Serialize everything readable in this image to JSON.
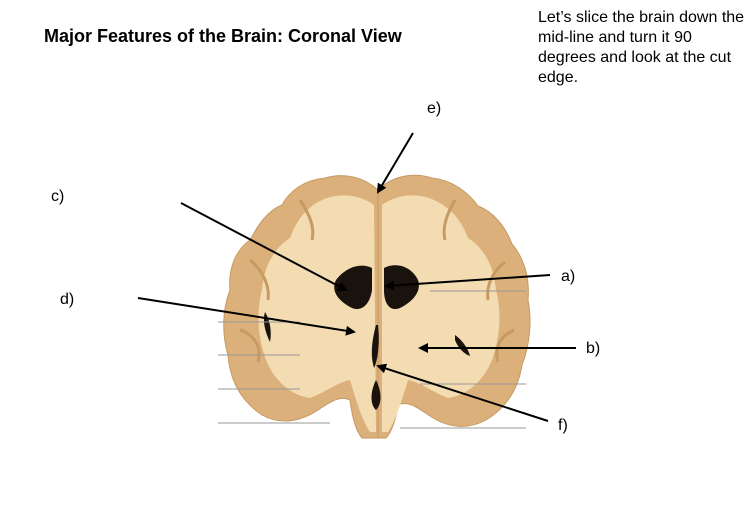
{
  "title": "Major Features of the Brain: Coronal View",
  "note": "Let’s slice the brain down the mid-line and turn it 90 degrees and look at the cut edge.",
  "labels": {
    "a": "a)",
    "b": "b)",
    "c": "c)",
    "d": "d)",
    "e": "e)",
    "f": "f)"
  },
  "colors": {
    "white_matter": "#f3dcb2",
    "gray_matter": "#dcb07a",
    "ventricle": "#1a120c",
    "arrow": "#000000",
    "white_arrow": "#ffffff"
  }
}
